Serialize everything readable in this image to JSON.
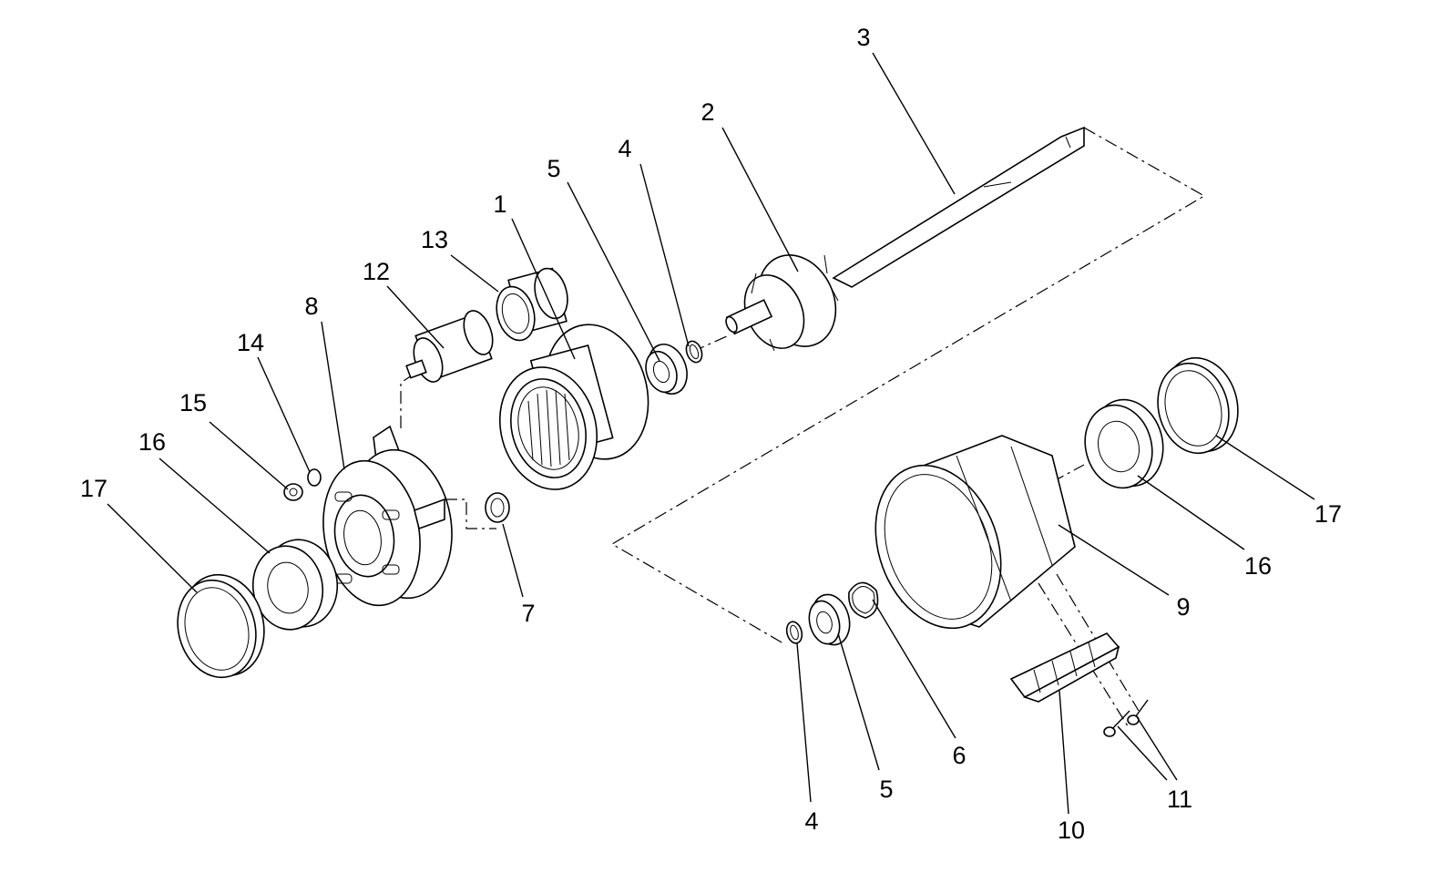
{
  "labels": {
    "p1": "1",
    "p2": "2",
    "p3": "3",
    "p4a": "4",
    "p4b": "4",
    "p5a": "5",
    "p5b": "5",
    "p6": "6",
    "p7": "7",
    "p8": "8",
    "p9": "9",
    "p10": "10",
    "p11": "11",
    "p12": "12",
    "p13": "13",
    "p14": "14",
    "p15": "15",
    "p16a": "16",
    "p16b": "16",
    "p17a": "17",
    "p17b": "17"
  }
}
